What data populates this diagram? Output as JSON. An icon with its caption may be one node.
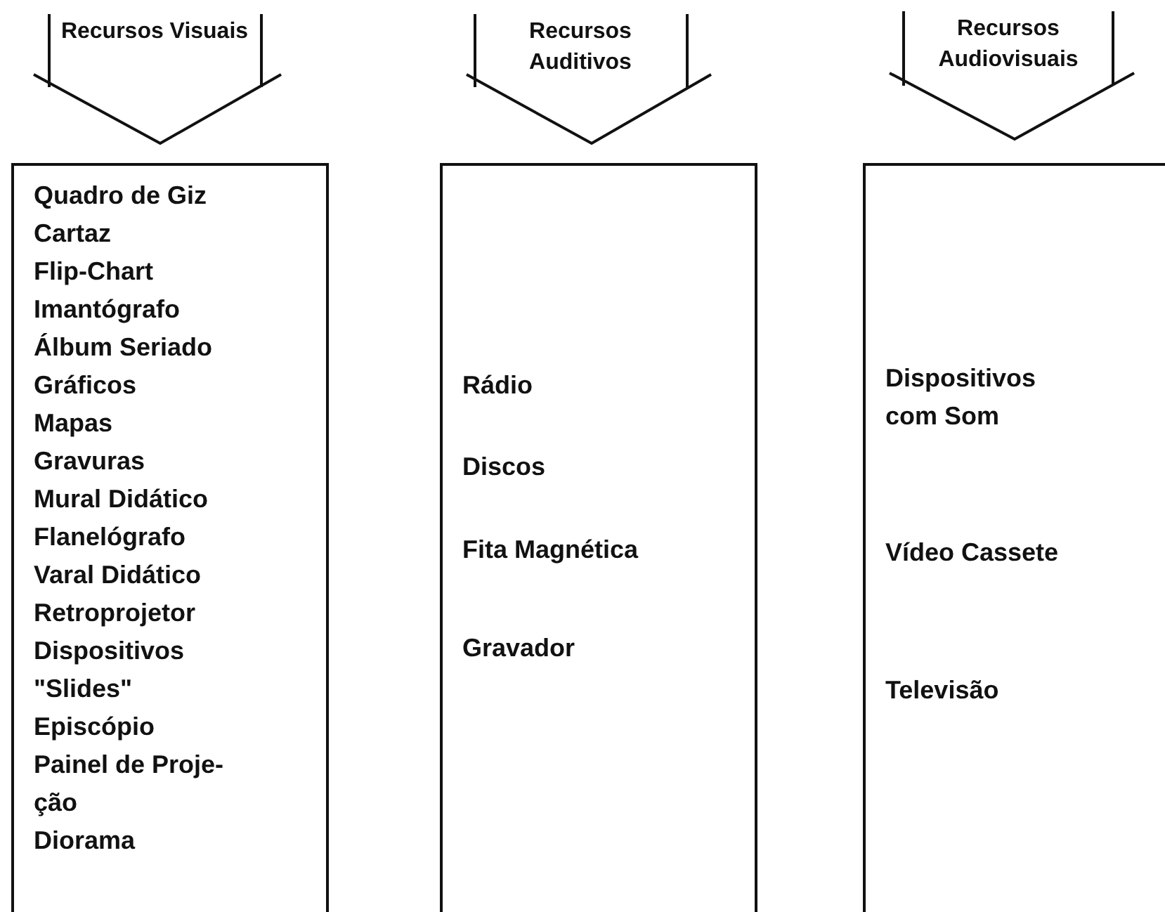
{
  "diagram": {
    "nodes": [
      {
        "text": [
          "Recursos Visuais"
        ]
      },
      {
        "text": [
          "Recursos Auditivos"
        ]
      },
      {
        "text": [
          "Recursos Audiovisuais"
        ]
      },
      {
        "text": [
          "Quadro de Giz",
          "Cartaz",
          "Flip-Chart",
          "Imantógrafo",
          "Álbum Seriado",
          "Gráficos",
          "Mapas",
          "Gravuras",
          "Mural Didático",
          "Flanelógrafo",
          "Varal Didático",
          "Retroprojetor",
          "Dispositivos \"Slides\"",
          "Episcópio",
          "Painel de Proje- ção",
          "Diorama"
        ]
      },
      {
        "text": [
          "Rádio",
          "Discos",
          "Fita Magnética",
          "Gravador"
        ]
      },
      {
        "text": [
          "Dispositivos com Som",
          "Vídeo Cassete",
          "Televisão"
        ]
      }
    ]
  }
}
